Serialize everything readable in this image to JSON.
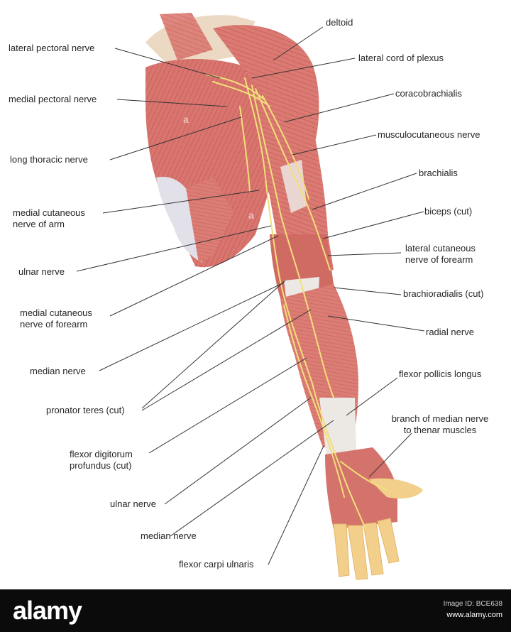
{
  "labels": {
    "deltoid": "deltoid",
    "lateral_cord_of_plexus": "lateral cord of plexus",
    "coracobrachialis": "coracobrachialis",
    "musculocutaneous_nerve": "musculocutaneous nerve",
    "brachialis": "brachialis",
    "biceps_cut": "biceps (cut)",
    "lateral_cutaneous_nerve_of_forearm": "lateral cutaneous\nnerve of forearm",
    "brachioradialis_cut": "brachioradialis (cut)",
    "radial_nerve": "radial nerve",
    "flexor_pollicis_longus": "flexor pollicis longus",
    "branch_of_median_nerve": "branch of median nerve\nto thenar muscles",
    "lateral_pectoral_nerve": "lateral pectoral nerve",
    "medial_pectoral_nerve": "medial pectoral nerve",
    "long_thoracic_nerve": "long thoracic nerve",
    "medial_cutaneous_nerve_of_arm": "medial cutaneous\nnerve of arm",
    "ulnar_nerve_upper": "ulnar nerve",
    "medial_cutaneous_nerve_of_forearm": "medial cutaneous\nnerve of forearm",
    "median_nerve_upper": "median nerve",
    "pronator_teres_cut": "pronator teres (cut)",
    "flexor_digitorum_profundus_cut": "flexor digitorum\nprofundus (cut)",
    "ulnar_nerve_lower": "ulnar nerve",
    "median_nerve_lower": "median nerve",
    "flexor_carpi_ulnaris": "flexor carpi ulnaris"
  },
  "footer": {
    "logo": "alamy",
    "image_id": "Image ID: BCE638",
    "site": "www.alamy.com"
  },
  "colors": {
    "muscle": "#d9756e",
    "muscle_dark": "#b9534f",
    "tendon": "#e9e4df",
    "nerve": "#f2df7a",
    "skin": "#f3cf8c",
    "leader_line": "#333333",
    "footer_bg": "#0b0b0b"
  }
}
